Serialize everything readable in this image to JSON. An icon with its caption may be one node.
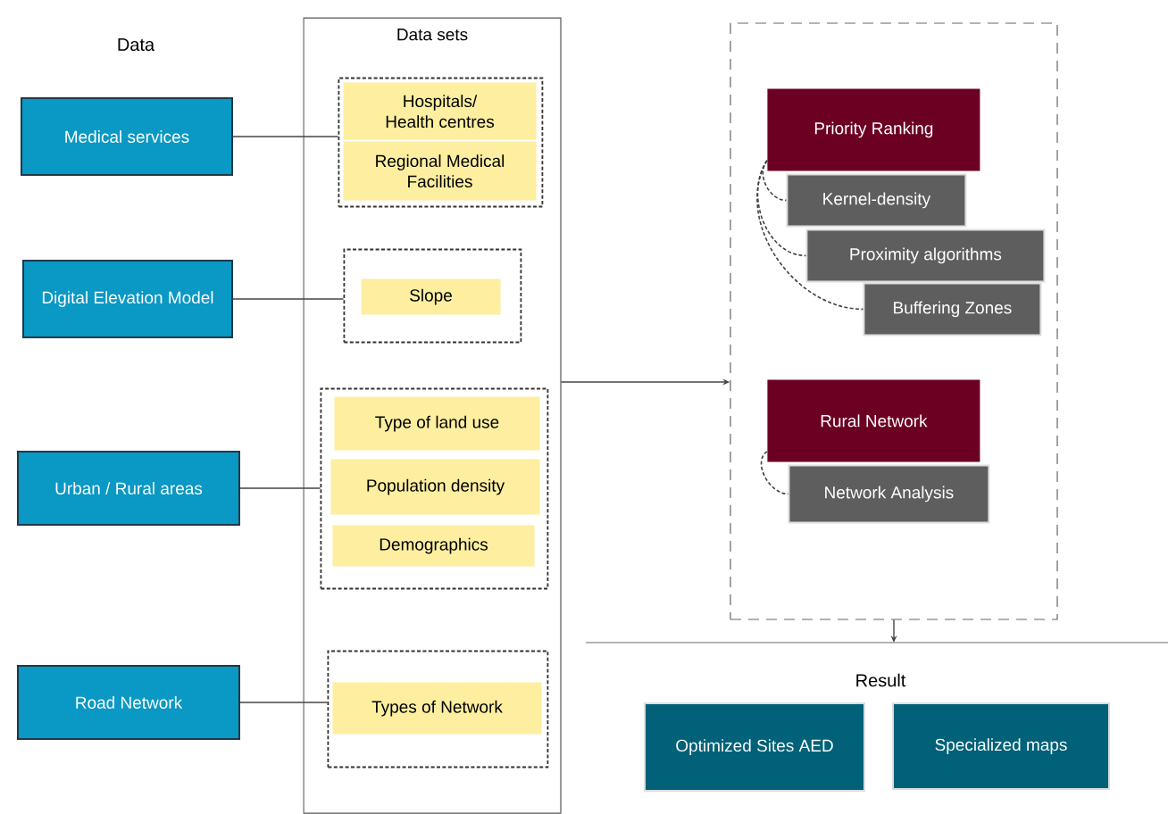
{
  "diagram": {
    "nodes": [
      {
        "text": [
          "Medical services"
        ]
      },
      {
        "text": [
          "Digital Elevation Model"
        ]
      },
      {
        "text": [
          "Urban / Rural areas"
        ]
      },
      {
        "text": [
          "Road Network"
        ]
      },
      {
        "text": [
          "Data sets"
        ]
      },
      {
        "text": [],
        "shape": "box",
        "in": 4
      },
      {
        "text": [
          "Hospitals/ Health centres"
        ],
        "in": 5
      },
      {
        "text": [
          "Regional Medical Facilities"
        ],
        "in": 5
      },
      {
        "text": [],
        "shape": "box",
        "in": 4
      },
      {
        "text": [
          "Slope"
        ],
        "in": 8
      },
      {
        "text": [],
        "shape": "box",
        "in": 4
      },
      {
        "text": [
          "Type of land use"
        ],
        "in": 10
      },
      {
        "text": [
          "Population density"
        ],
        "in": 10
      },
      {
        "text": [
          "Demographics"
        ],
        "in": 10
      },
      {
        "text": [],
        "shape": "box",
        "in": 4
      },
      {
        "text": [
          "Types of Network"
        ],
        "in": 14
      },
      {
        "text": [],
        "shape": "box"
      },
      {
        "text": [
          "Priority Ranking"
        ],
        "in": 16
      },
      {
        "text": [
          "Kernel-density"
        ],
        "in": 16
      },
      {
        "text": [
          "Proximity algorithms"
        ],
        "in": 16
      },
      {
        "text": [
          "Buffering Zones"
        ],
        "in": 16
      },
      {
        "text": [
          "Rural Network"
        ],
        "in": 16
      },
      {
        "text": [
          "Network Analysis"
        ],
        "in": 16
      },
      {
        "text": [
          "Optimized Sites AED"
        ]
      },
      {
        "text": [
          "Specialized maps"
        ]
      }
    ],
    "edges": [
      {
        "from": 0,
        "to": 5,
        "arrow": "none"
      },
      {
        "from": 1,
        "to": 8,
        "arrow": "none"
      },
      {
        "from": 2,
        "to": 10,
        "arrow": "none"
      },
      {
        "from": 3,
        "to": 14,
        "arrow": "none"
      },
      {
        "from": 4,
        "to": 16,
        "arrow": "to"
      },
      {
        "from": 16,
        "to": null,
        "arrow": "to"
      },
      {
        "from": 17,
        "to": 18,
        "arrow": "none",
        "style": "dashed"
      },
      {
        "from": 17,
        "to": 19,
        "arrow": "none",
        "style": "dashed"
      },
      {
        "from": 17,
        "to": 20,
        "arrow": "none",
        "style": "dashed"
      },
      {
        "from": 21,
        "to": 22,
        "arrow": "none",
        "style": "dashed"
      }
    ],
    "labels": [
      "Data",
      "Result"
    ]
  }
}
